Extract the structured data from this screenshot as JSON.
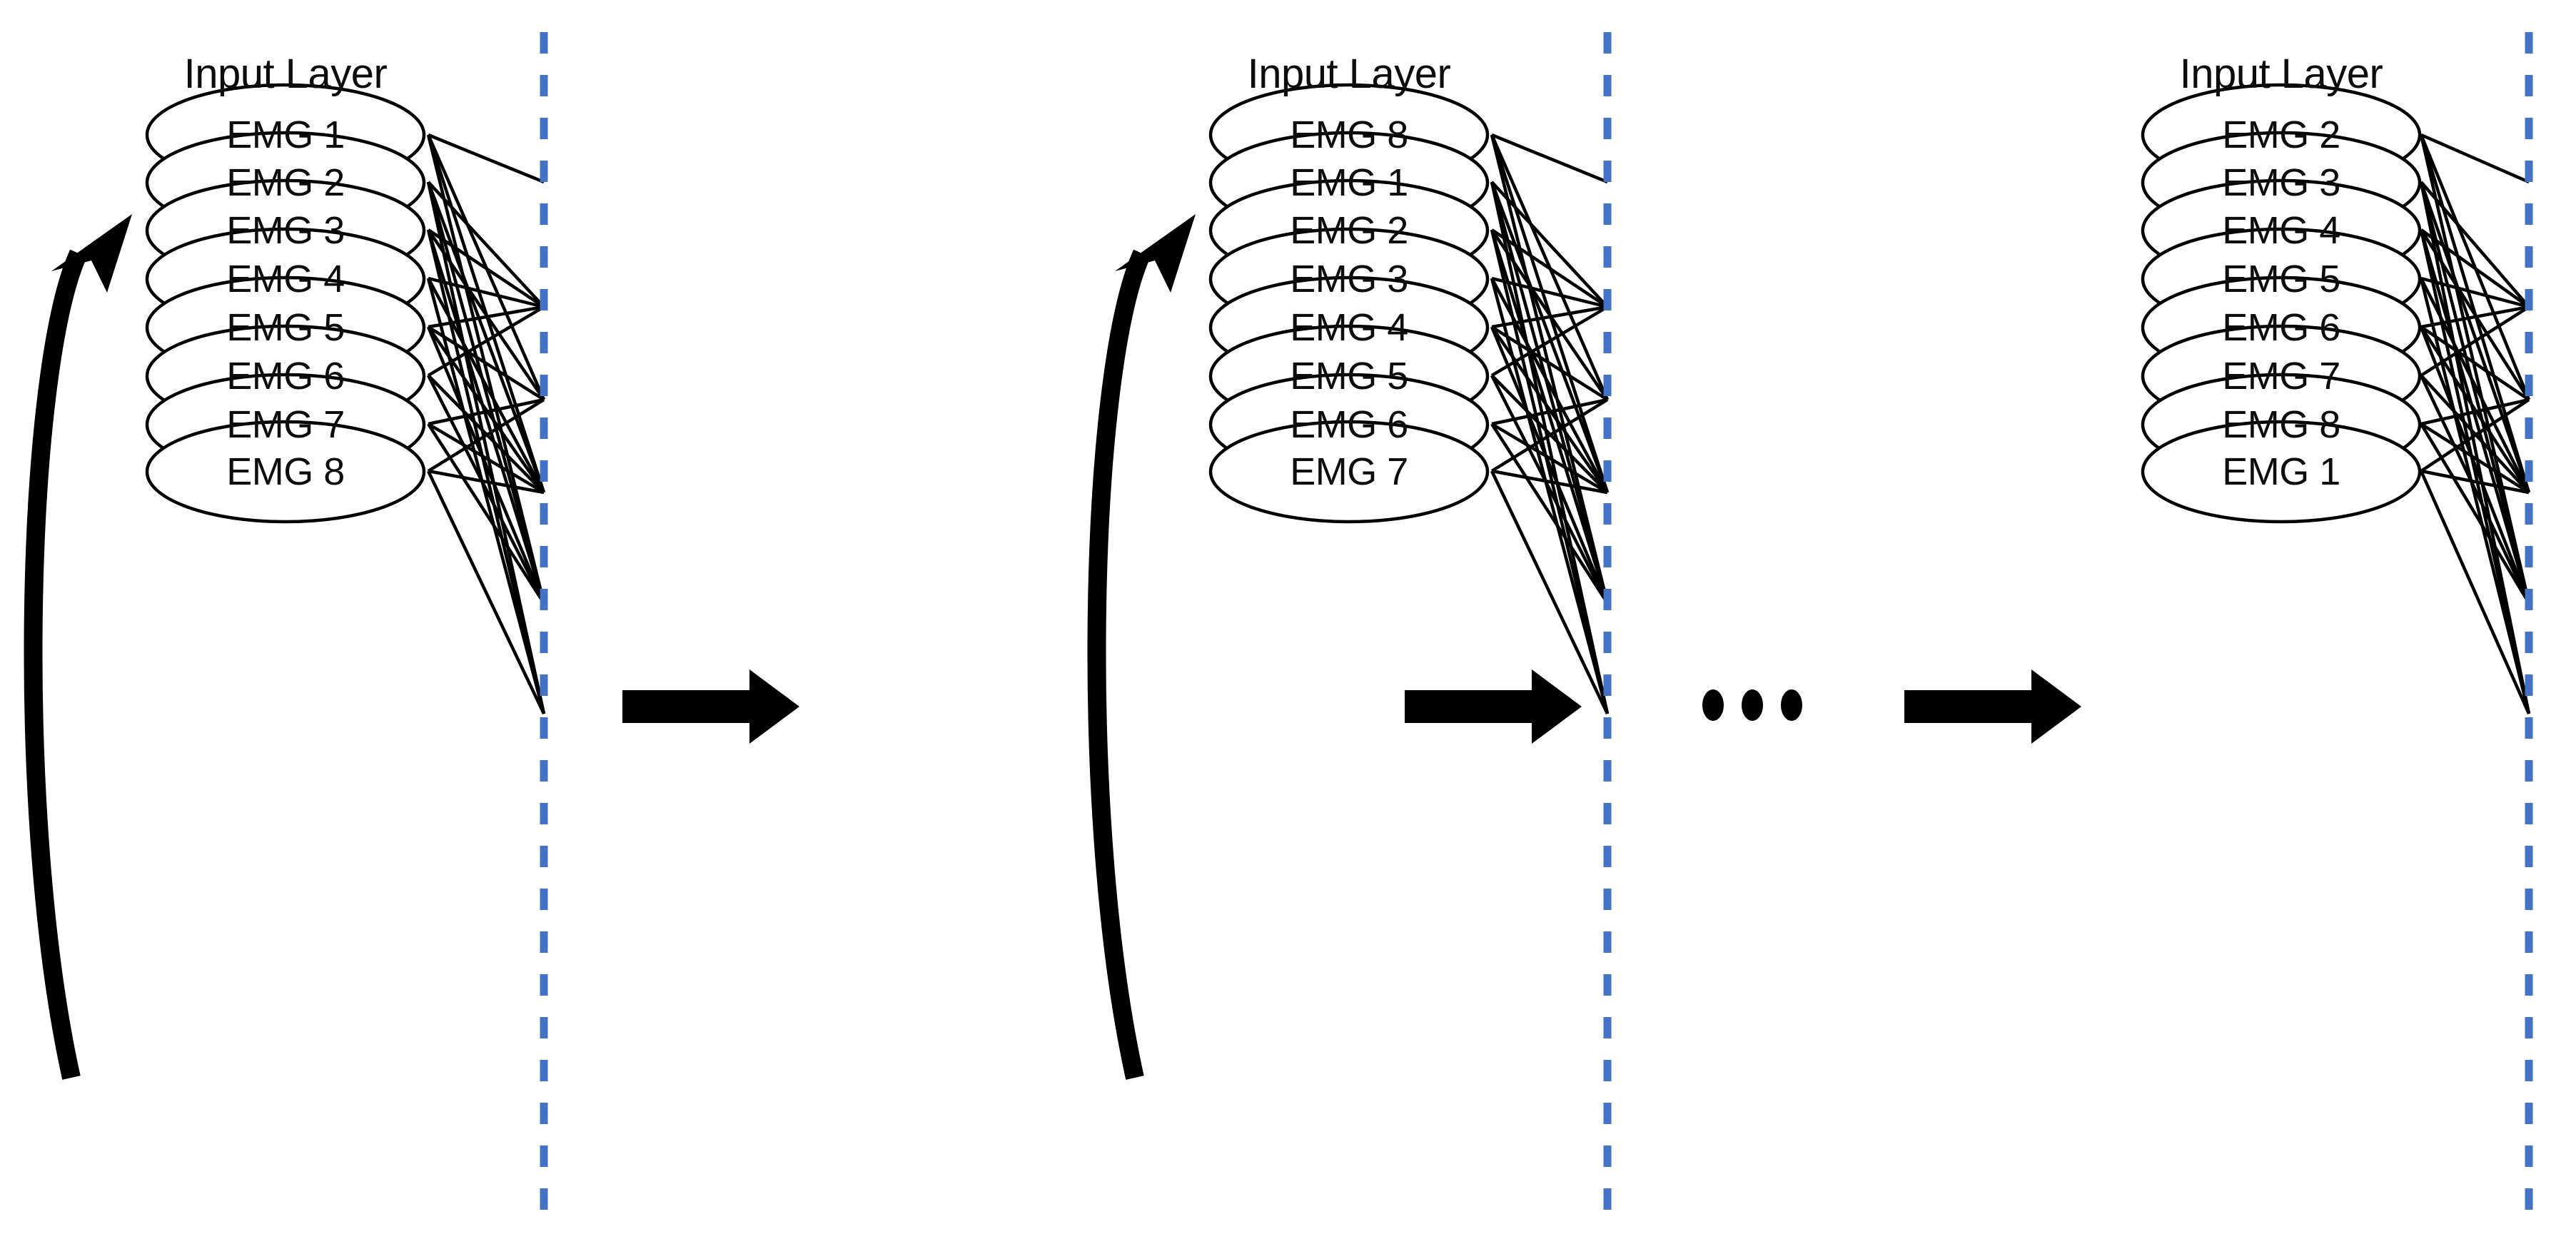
{
  "figure": {
    "type": "diagram",
    "description": "Rotating EMG channel ordering at the input layer of a neural network across successive augmentation steps",
    "background_color": "#ffffff",
    "node_stroke_color": "#000000",
    "text_color": "#0d0d0d",
    "divider_color": "#4472c4",
    "arrow_color": "#000000"
  },
  "panels": [
    {
      "id": "panel-1",
      "title": "Input Layer",
      "has_rotation_arrow": true,
      "rotation_arrow_direction": "bottom-to-top",
      "nodes": [
        "EMG 1",
        "EMG 2",
        "EMG 3",
        "EMG 4",
        "EMG 5",
        "EMG 6",
        "EMG 7",
        "EMG 8"
      ]
    },
    {
      "id": "panel-2",
      "title": "Input Layer",
      "has_rotation_arrow": true,
      "rotation_arrow_direction": "bottom-to-top",
      "nodes": [
        "EMG 8",
        "EMG 1",
        "EMG 2",
        "EMG 3",
        "EMG 4",
        "EMG 5",
        "EMG 6",
        "EMG 7"
      ]
    },
    {
      "id": "panel-3",
      "title": "Input Layer",
      "has_rotation_arrow": false,
      "rotation_arrow_direction": "",
      "nodes": [
        "EMG 2",
        "EMG 3",
        "EMG 4",
        "EMG 5",
        "EMG 6",
        "EMG 7",
        "EMG 8",
        "EMG 1"
      ]
    }
  ],
  "connectors": [
    {
      "id": "arrow-1",
      "kind": "block-arrow",
      "direction": "right"
    },
    {
      "id": "arrow-2",
      "kind": "block-arrow",
      "direction": "right"
    },
    {
      "id": "ellipsis",
      "kind": "ellipsis-dots",
      "dot_count": 3,
      "text": "• • •"
    },
    {
      "id": "arrow-3",
      "kind": "block-arrow",
      "direction": "right"
    }
  ],
  "dividers": [
    {
      "id": "divider-1",
      "style": "dashed-vertical"
    },
    {
      "id": "divider-2",
      "style": "dashed-vertical"
    },
    {
      "id": "divider-3",
      "style": "dashed-vertical"
    }
  ]
}
